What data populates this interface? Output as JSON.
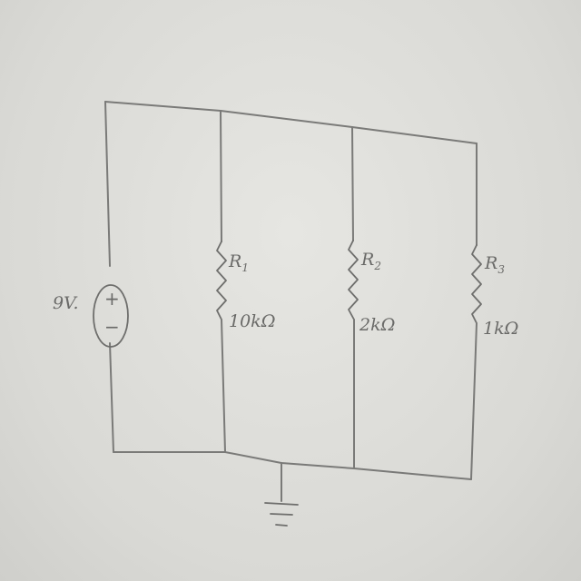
{
  "source": {
    "voltage": "9V.",
    "plus": "+",
    "minus": "−"
  },
  "resistors": [
    {
      "id": "R",
      "sub": "1",
      "value": "10kΩ"
    },
    {
      "id": "R",
      "sub": "2",
      "value": "2kΩ"
    },
    {
      "id": "R",
      "sub": "3",
      "value": "1kΩ"
    }
  ],
  "colors": {
    "paper": "#dcdcd8",
    "ink": "#6e6e6c"
  }
}
